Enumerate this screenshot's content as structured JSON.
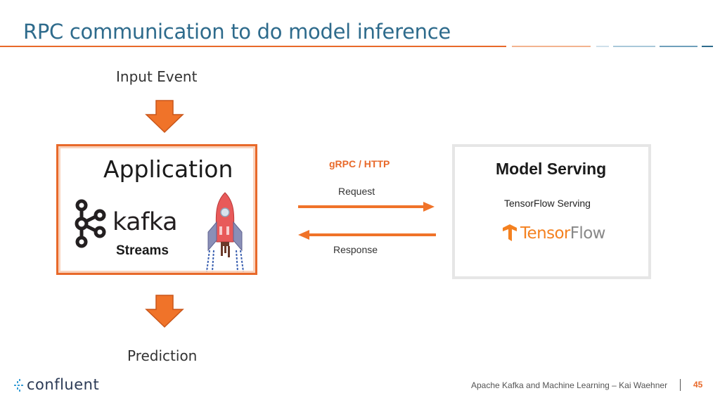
{
  "slide": {
    "title": "RPC communication to do model inference"
  },
  "flow": {
    "input_label": "Input Event",
    "output_label": "Prediction"
  },
  "application": {
    "title": "Application",
    "kafka_word": "kafka",
    "streams_label": "Streams"
  },
  "connection": {
    "protocol": "gRPC / HTTP",
    "request": "Request",
    "response": "Response"
  },
  "model_serving": {
    "title": "Model Serving",
    "subtitle": "TensorFlow Serving",
    "logo_prefix": "Tensor",
    "logo_suffix": "Flow"
  },
  "footer": {
    "brand": "confluent",
    "text": "Apache Kafka and Machine Learning – Kai Waehner",
    "page_number": "45"
  },
  "colors": {
    "accent": "#e8692a",
    "title": "#2e6b8c",
    "panel_border": "#e6e6e6"
  },
  "icons": [
    "down-arrow-icon",
    "kafka-logo-icon",
    "rocket-icon",
    "right-arrow-icon",
    "left-arrow-icon",
    "tensorflow-logo-icon",
    "confluent-logo-icon"
  ]
}
